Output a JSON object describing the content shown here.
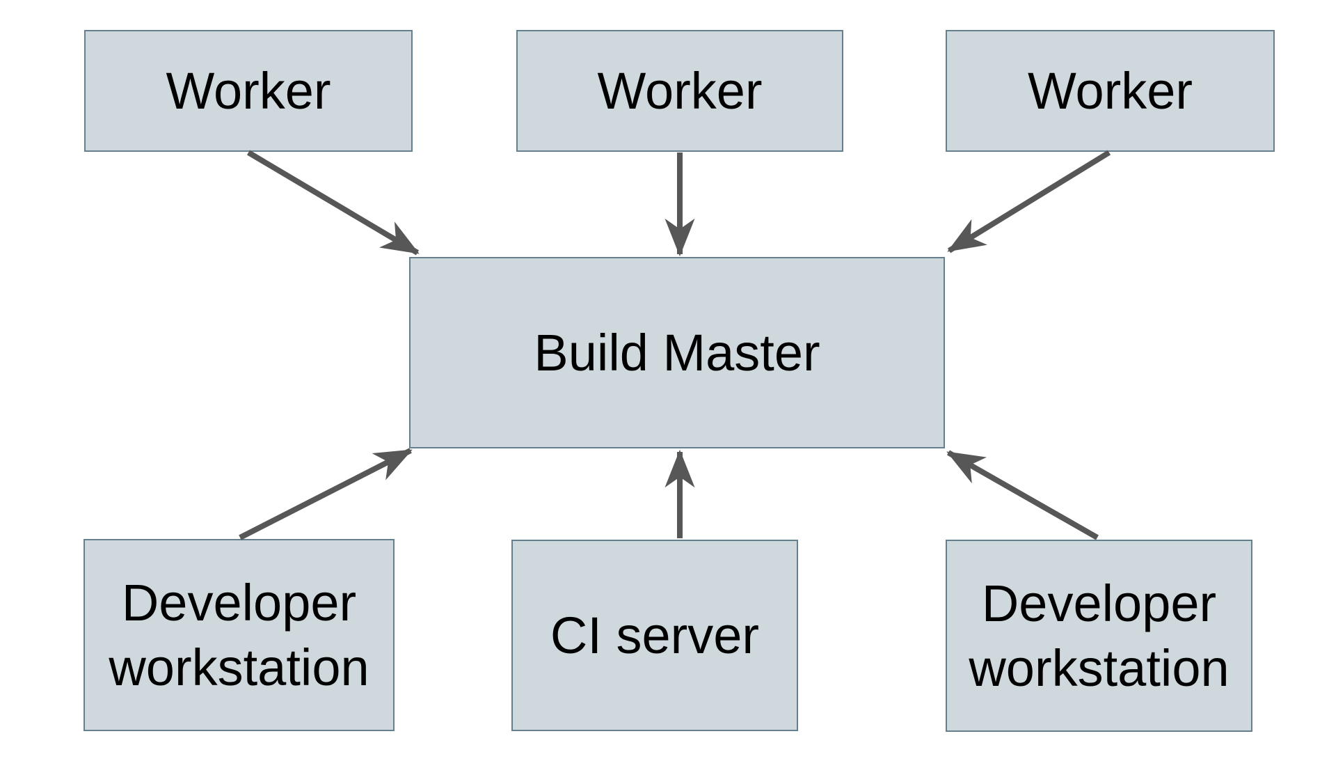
{
  "diagram": {
    "description": "Build Master hub diagram",
    "nodes": {
      "worker_top_left": {
        "label": "Worker"
      },
      "worker_top_middle": {
        "label": "Worker"
      },
      "worker_top_right": {
        "label": "Worker"
      },
      "build_master": {
        "label": "Build Master"
      },
      "developer_workstation_left": {
        "label": "Developer workstation"
      },
      "ci_server": {
        "label": "CI server"
      },
      "developer_workstation_right": {
        "label": "Developer workstation"
      }
    },
    "edges": [
      {
        "from": "worker_top_left",
        "to": "build_master"
      },
      {
        "from": "worker_top_middle",
        "to": "build_master"
      },
      {
        "from": "worker_top_right",
        "to": "build_master"
      },
      {
        "from": "developer_workstation_left",
        "to": "build_master"
      },
      {
        "from": "ci_server",
        "to": "build_master"
      },
      {
        "from": "developer_workstation_right",
        "to": "build_master"
      }
    ]
  },
  "colors": {
    "background": "#ffffff",
    "node_fill": "#cfd8dc",
    "node_border": "#64808e",
    "arrow": "#575757",
    "text": "#000000"
  }
}
